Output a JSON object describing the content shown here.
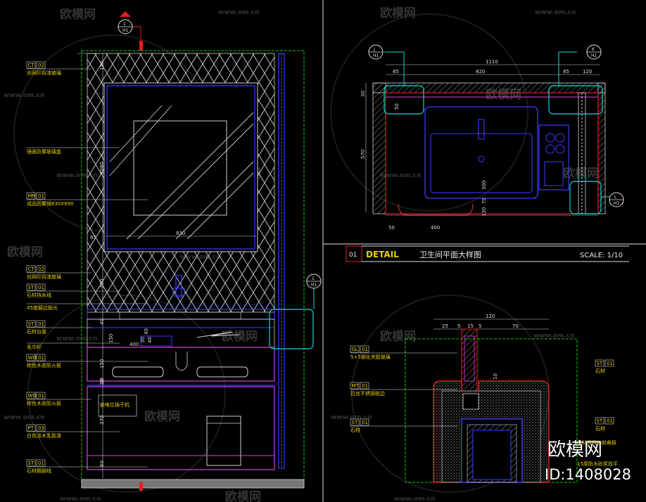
{
  "watermark": {
    "brand": "欧模网",
    "site": "www.om.cn",
    "corner_brand": "欧模网",
    "corner_id": "ID:1408028"
  },
  "title_bar": {
    "number": "01",
    "detail": "DETAIL",
    "name": "卫生间平面大样图",
    "scale": "SCALE: 1/10"
  },
  "section_markers": {
    "top": {
      "num": "1",
      "sheet": "H1"
    },
    "mid": {
      "num": "1",
      "sheet": "H1"
    },
    "plan_left": {
      "num": "J",
      "sheet": "H1"
    },
    "plan_right": {
      "num": "K",
      "sheet": "H1"
    },
    "plan_bottom": {
      "num": "L",
      "sheet": "H1"
    }
  },
  "elevation_labels": [
    {
      "code": "CT",
      "ref": "02",
      "text": "丝网印背漆玻璃"
    },
    {
      "code": "",
      "ref": "",
      "text": "镜面防雾玻璃盒"
    },
    {
      "code": "MR",
      "ref": "01",
      "text": "成品防雾镜830X890"
    },
    {
      "code": "CT",
      "ref": "02",
      "text": "丝网印背漆玻璃"
    },
    {
      "code": "ST",
      "ref": "01",
      "text": "石材挡水线"
    },
    {
      "code": "",
      "ref": "",
      "text": "45度磨边抛光"
    },
    {
      "code": "ST",
      "ref": "01",
      "text": "石材台面"
    },
    {
      "code": "",
      "ref": "",
      "text": "毛巾杆"
    },
    {
      "code": "WD",
      "ref": "01",
      "text": "棕色木皮防火板"
    },
    {
      "code": "WD",
      "ref": "01",
      "text": "棕色木皮防火板"
    },
    {
      "code": "PT",
      "ref": "03",
      "text": "白色涂木乳胶漆"
    },
    {
      "code": "ST",
      "ref": "01",
      "text": "石材踢脚线"
    }
  ],
  "elevation_dims": [
    "150",
    "3080",
    "85",
    "830",
    "300",
    "40",
    "150",
    "10",
    "400",
    "150",
    "10",
    "370",
    "60",
    "40",
    "30",
    "40"
  ],
  "elevation_notes": {
    "outlet": "嵌电位插子机"
  },
  "plan_dims": {
    "top_total": "1110",
    "top_parts": [
      "85",
      "820",
      "85",
      "120"
    ],
    "left": [
      "30",
      "570",
      "50"
    ],
    "inner": [
      "300",
      "70",
      "130"
    ],
    "bottom": [
      "50",
      "400"
    ],
    "top_small": "50"
  },
  "detail_dims": {
    "total": "120",
    "parts": [
      "25",
      "5",
      "15",
      "5",
      "70"
    ],
    "inner": "10"
  },
  "detail_labels_left": [
    {
      "code": "GL",
      "ref": "01",
      "text": "5+5钢化夹胶玻璃"
    },
    {
      "code": "MT",
      "ref": "01",
      "text": "拉丝不锈钢收边"
    },
    {
      "code": "ST",
      "ref": "01",
      "text": "石材"
    }
  ],
  "detail_labels_right": [
    {
      "code": "ST",
      "ref": "01",
      "text": "石材"
    },
    {
      "code": "ST",
      "ref": "01",
      "text": "石材"
    },
    {
      "code": "",
      "ref": "",
      "text": "石材背网抹斜角板"
    },
    {
      "code": "",
      "ref": "",
      "text": "15厚防水砂浆找平"
    }
  ]
}
